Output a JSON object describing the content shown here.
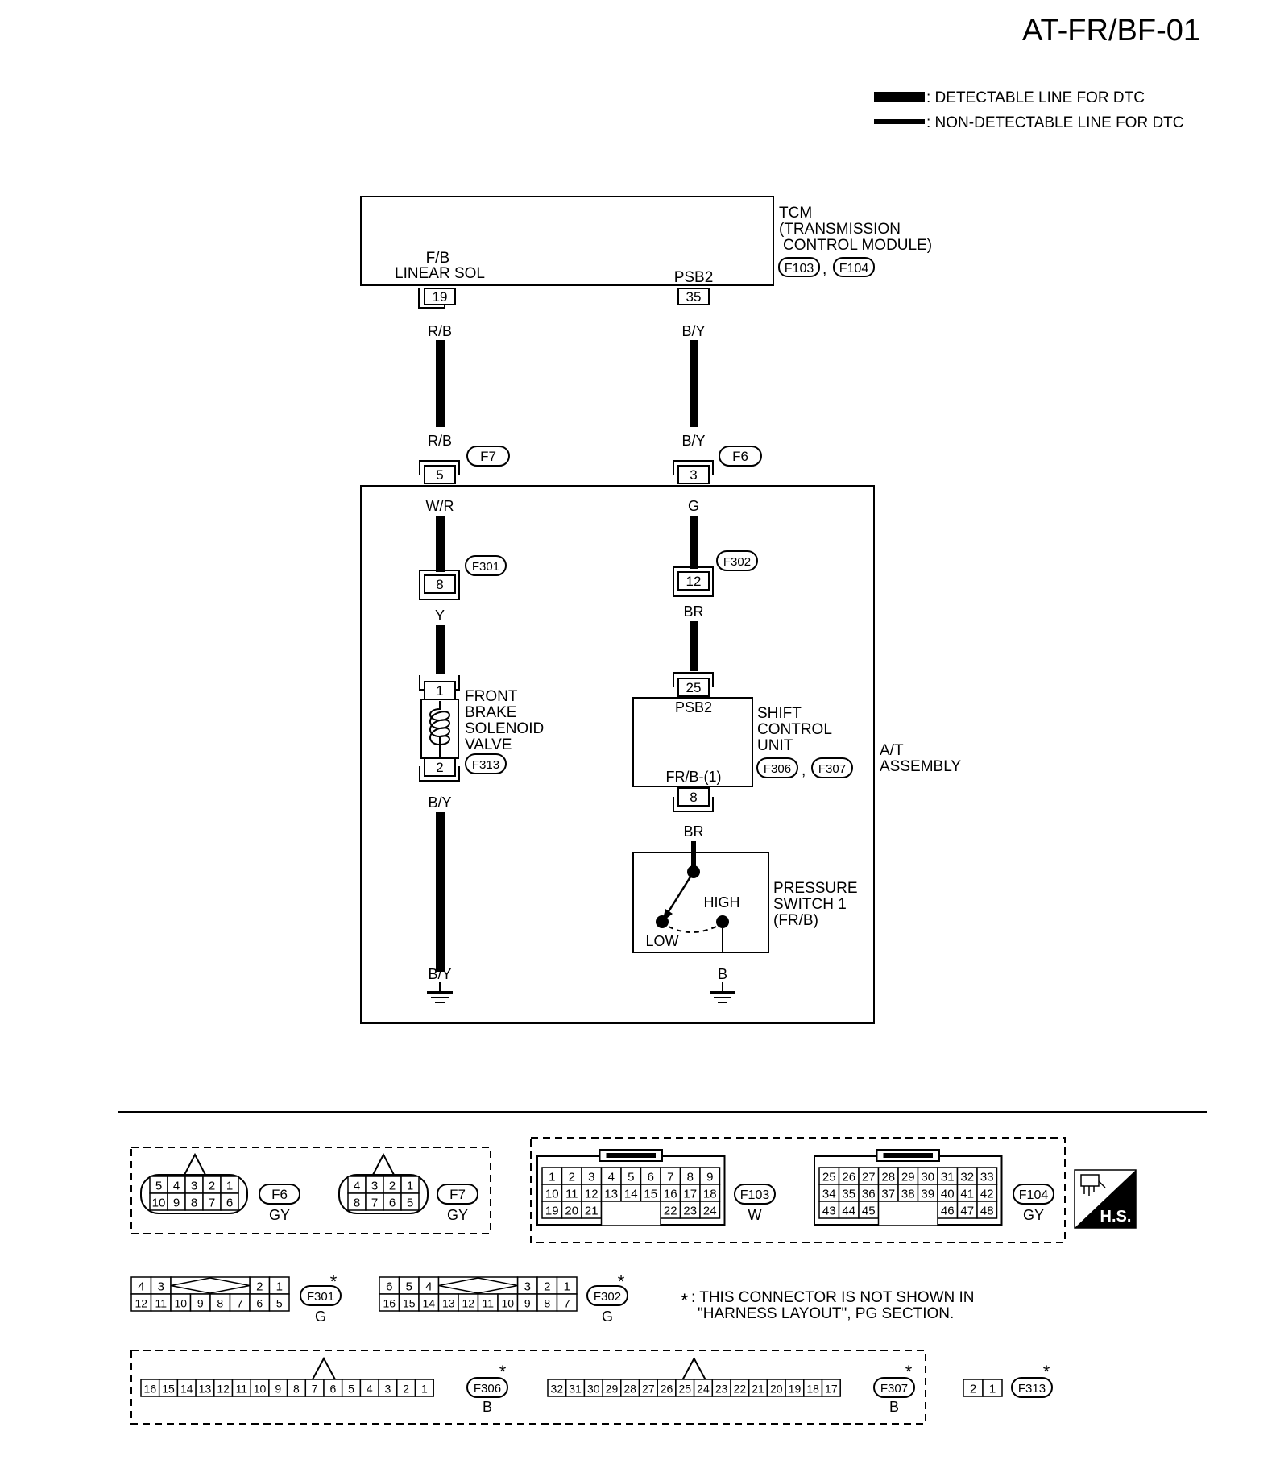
{
  "title": "AT-FR/BF-01",
  "legend": {
    "detectable": ": DETECTABLE LINE FOR DTC",
    "non_detectable": ": NON-DETECTABLE LINE FOR DTC"
  },
  "tcm": {
    "name_lines": [
      "TCM",
      "(TRANSMISSION",
      "CONTROL  MODULE)"
    ],
    "connectors": [
      "F103",
      "F104"
    ],
    "sep": ",",
    "pin_label_fb": [
      "F/B",
      "LINEAR SOL"
    ],
    "pin_label_psb2": "PSB2",
    "pin_fb": "19",
    "pin_psb2": "35"
  },
  "wires": {
    "rb_top": "R/B",
    "rb_bottom": "R/B",
    "by_top": "B/Y",
    "by_bottom": "B/Y",
    "wr": "W/R",
    "g": "G",
    "y": "Y",
    "br_a": "BR",
    "br_b": "BR",
    "by_valve": "B/Y",
    "by_ground": "B/Y",
    "b_ground": "B"
  },
  "junctions": {
    "f7": {
      "conn": "F7",
      "pin": "5"
    },
    "f6": {
      "conn": "F6",
      "pin": "3"
    },
    "f301": {
      "conn": "F301",
      "pin": "8"
    },
    "f302": {
      "conn": "F302",
      "pin": "12"
    }
  },
  "valve": {
    "name_lines": [
      "FRONT",
      "BRAKE",
      "SOLENOID",
      "VALVE"
    ],
    "pin1": "1",
    "pin2": "2",
    "connector": "F313"
  },
  "shift_unit": {
    "name_lines": [
      "SHIFT",
      "CONTROL",
      "UNIT"
    ],
    "pin_in": "25",
    "pin_in_label": "PSB2",
    "pin_out": "8",
    "pin_out_label": "FR/B-(1)",
    "connectors": [
      "F306",
      "F307"
    ],
    "sep": ","
  },
  "assembly": {
    "name_lines": [
      "A/T",
      "ASSEMBLY"
    ]
  },
  "pressure_switch": {
    "name_lines": [
      "PRESSURE",
      "SWITCH 1",
      "(FR/B)"
    ],
    "high": "HIGH",
    "low": "LOW"
  },
  "connector_views": {
    "f6": {
      "id": "F6",
      "color": "GY",
      "row1": [
        "5",
        "4",
        "3",
        "2",
        "1"
      ],
      "row2": [
        "10",
        "9",
        "8",
        "7",
        "6"
      ]
    },
    "f7": {
      "id": "F7",
      "color": "GY",
      "row1": [
        "4",
        "3",
        "2",
        "1"
      ],
      "row2": [
        "8",
        "7",
        "6",
        "5"
      ]
    },
    "f103": {
      "id": "F103",
      "color": "W",
      "row1": [
        "1",
        "2",
        "3",
        "4",
        "5",
        "6",
        "7",
        "8",
        "9"
      ],
      "row2": [
        "10",
        "11",
        "12",
        "13",
        "14",
        "15",
        "16",
        "17",
        "18"
      ],
      "row3a": [
        "19",
        "20",
        "21"
      ],
      "row3b": [
        "22",
        "23",
        "24"
      ]
    },
    "f104": {
      "id": "F104",
      "color": "GY",
      "row1": [
        "25",
        "26",
        "27",
        "28",
        "29",
        "30",
        "31",
        "32",
        "33"
      ],
      "row2": [
        "34",
        "35",
        "36",
        "37",
        "38",
        "39",
        "40",
        "41",
        "42"
      ],
      "row3a": [
        "43",
        "44",
        "45"
      ],
      "row3b": [
        "46",
        "47",
        "48"
      ]
    },
    "f301": {
      "id": "F301",
      "color": "G",
      "star": "*",
      "row1a": [
        "4",
        "3"
      ],
      "row1b": [
        "2",
        "1"
      ],
      "row2": [
        "12",
        "11",
        "10",
        "9",
        "8",
        "7",
        "6",
        "5"
      ]
    },
    "f302": {
      "id": "F302",
      "color": "G",
      "star": "*",
      "row1a": [
        "6",
        "5",
        "4"
      ],
      "row1b": [
        "3",
        "2",
        "1"
      ],
      "row2": [
        "16",
        "15",
        "14",
        "13",
        "12",
        "11",
        "10",
        "9",
        "8",
        "7"
      ]
    },
    "f306": {
      "id": "F306",
      "color": "B",
      "star": "*",
      "pins": [
        "16",
        "15",
        "14",
        "13",
        "12",
        "11",
        "10",
        "9",
        "8",
        "7",
        "6",
        "5",
        "4",
        "3",
        "2",
        "1"
      ]
    },
    "f307": {
      "id": "F307",
      "color": "B",
      "star": "*",
      "pins": [
        "32",
        "31",
        "30",
        "29",
        "28",
        "27",
        "26",
        "25",
        "24",
        "23",
        "22",
        "21",
        "20",
        "19",
        "18",
        "17"
      ]
    },
    "f313": {
      "id": "F313",
      "star": "*",
      "pins": [
        "2",
        "1"
      ]
    }
  },
  "footnote": {
    "star": "*",
    "line1": ": THIS CONNECTOR IS NOT SHOWN IN",
    "line2": "\"HARNESS LAYOUT\", PG SECTION."
  },
  "hs_badge": "H.S."
}
